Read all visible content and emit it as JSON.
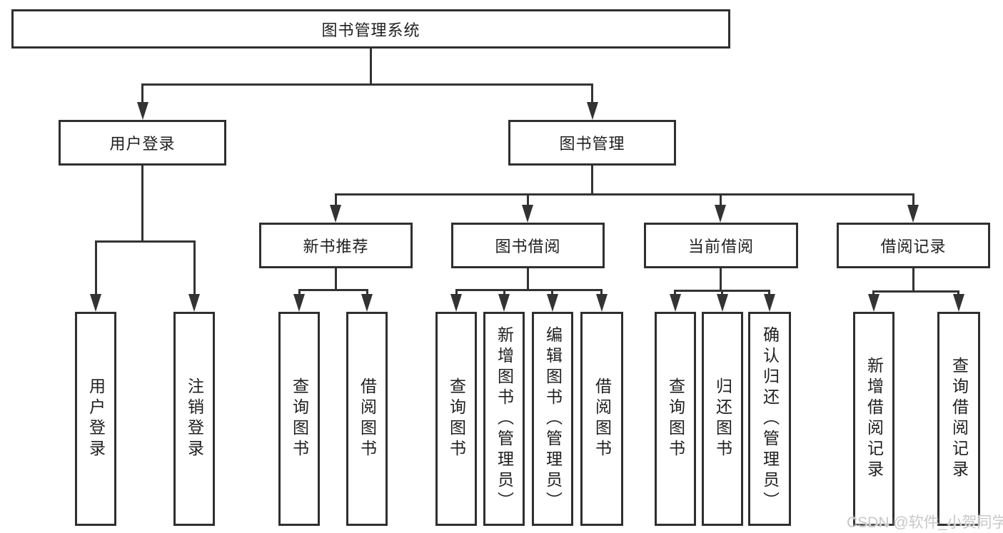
{
  "tree": {
    "root": "图书管理系统",
    "branches": [
      {
        "label": "用户登录",
        "children": [
          "用户登录",
          "注销登录"
        ]
      },
      {
        "label": "图书管理",
        "children": [
          {
            "label": "新书推荐",
            "children": [
              "查询图书",
              "借阅图书"
            ]
          },
          {
            "label": "图书借阅",
            "children": [
              "查询图书",
              "新增图书（管理员）",
              "编辑图书（管理员）",
              "借阅图书"
            ]
          },
          {
            "label": "当前借阅",
            "children": [
              "查询图书",
              "归还图书",
              "确认归还（管理员）"
            ]
          },
          {
            "label": "借阅记录",
            "children": [
              "新增借阅记录",
              "查询借阅记录"
            ]
          }
        ]
      }
    ]
  },
  "watermark": {
    "text": "CSDN @软件_小贺同学"
  },
  "colors": {
    "line": "#333333",
    "border": "#2f2f2f",
    "text": "#1f1f1f",
    "watermark": "#c8c8c8",
    "background": "#ffffff"
  }
}
